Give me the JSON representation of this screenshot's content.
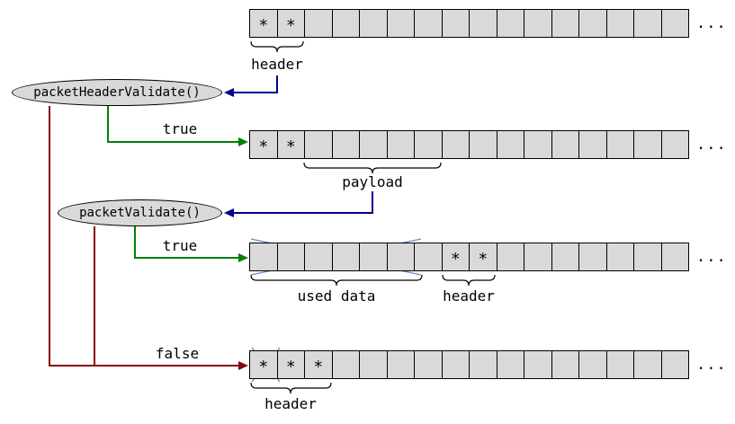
{
  "diagram": {
    "functions": [
      {
        "label": "packetHeaderValidate()"
      },
      {
        "label": "packetValidate()"
      }
    ],
    "branches": [
      {
        "label": "true"
      },
      {
        "label": "true"
      },
      {
        "label": "false"
      }
    ],
    "annotations": {
      "row1_header": "header",
      "payload": "payload",
      "used_data": "used data",
      "row3_header": "header",
      "row4_header": "header"
    },
    "rows": [
      {
        "cells": [
          "*",
          "*",
          "",
          "",
          "",
          "",
          "",
          "",
          "",
          "",
          "",
          "",
          "",
          "",
          "",
          ""
        ],
        "ellipsis": "..."
      },
      {
        "cells": [
          "*",
          "*",
          "",
          "",
          "",
          "",
          "",
          "",
          "",
          "",
          "",
          "",
          "",
          "",
          "",
          ""
        ],
        "ellipsis": "..."
      },
      {
        "cells": [
          "",
          "",
          "",
          "",
          "",
          "",
          "",
          "*",
          "*",
          "",
          "",
          "",
          "",
          "",
          "",
          ""
        ],
        "ellipsis": "..."
      },
      {
        "cells": [
          "*",
          "*",
          "*",
          "",
          "",
          "",
          "",
          "",
          "",
          "",
          "",
          "",
          "",
          "",
          "",
          ""
        ],
        "ellipsis": "..."
      }
    ],
    "colors": {
      "cell_fill": "#d9d9d9",
      "node_fill": "#d9d9d9",
      "border": "#000000",
      "true_edge": "#008000",
      "false_edge": "#8b0000",
      "callback_edge": "#00008b",
      "cross_mark": "#6688cc"
    }
  }
}
